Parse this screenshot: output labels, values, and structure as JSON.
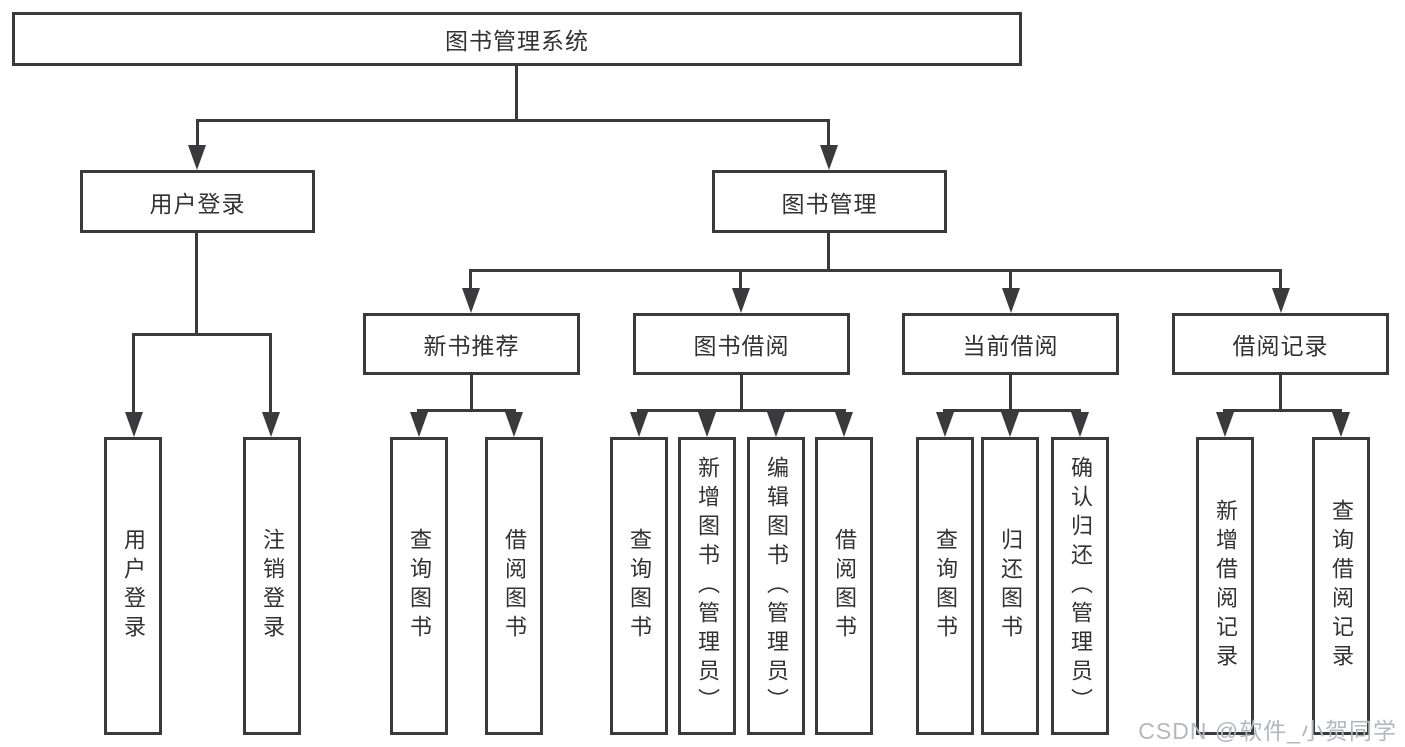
{
  "tree": {
    "root": {
      "label": "图书管理系统"
    },
    "branches": [
      {
        "label": "用户登录",
        "children": [
          {
            "label": "用户登录"
          },
          {
            "label": "注销登录"
          }
        ]
      },
      {
        "label": "图书管理",
        "children": [
          {
            "label": "新书推荐",
            "children": [
              {
                "label": "查询图书"
              },
              {
                "label": "借阅图书"
              }
            ]
          },
          {
            "label": "图书借阅",
            "children": [
              {
                "label": "查询图书"
              },
              {
                "label": "新增图书（管理员）"
              },
              {
                "label": "编辑图书（管理员）"
              },
              {
                "label": "借阅图书"
              }
            ]
          },
          {
            "label": "当前借阅",
            "children": [
              {
                "label": "查询图书"
              },
              {
                "label": "归还图书"
              },
              {
                "label": "确认归还（管理员）"
              }
            ]
          },
          {
            "label": "借阅记录",
            "children": [
              {
                "label": "新增借阅记录"
              },
              {
                "label": "查询借阅记录"
              }
            ]
          }
        ]
      }
    ]
  },
  "watermark": {
    "text": "CSDN @软件_小贺同学"
  },
  "colors": {
    "line": "#3a3a3c",
    "text": "#323232",
    "watermark": "#b5b7be",
    "background": "#ffffff"
  }
}
